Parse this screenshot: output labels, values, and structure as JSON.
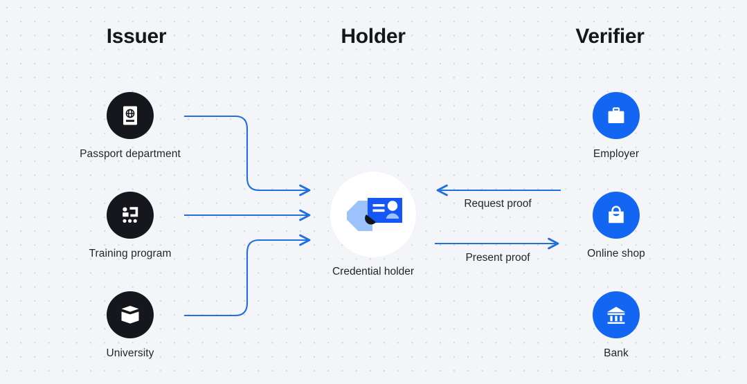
{
  "diagram": {
    "title_issuer": "Issuer",
    "title_holder": "Holder",
    "title_verifier": "Verifier",
    "colors": {
      "background": "#f4f5f8",
      "dot_grid": "#d2d4da",
      "dark_node": "#16171c",
      "blue_node": "#1266f1",
      "arrow_blue": "#1f6fe0",
      "text": "#23252b",
      "heading": "#15171c",
      "card_blue": "#1457f5",
      "hand_blue": "#9cc2fb"
    },
    "issuers": [
      {
        "label": "Passport department",
        "icon": "passport-icon"
      },
      {
        "label": "Training program",
        "icon": "certificate-icon"
      },
      {
        "label": "University",
        "icon": "open-book-icon"
      }
    ],
    "holder": {
      "label": "Credential holder",
      "icon": "hand-holding-id-card-icon"
    },
    "verifiers": [
      {
        "label": "Employer",
        "icon": "briefcase-icon"
      },
      {
        "label": "Online shop",
        "icon": "shopping-bag-icon"
      },
      {
        "label": "Bank",
        "icon": "bank-building-icon"
      }
    ],
    "flows": [
      {
        "label": "Request proof",
        "direction": "left",
        "from": "verifier",
        "to": "holder"
      },
      {
        "label": "Present proof",
        "direction": "right",
        "from": "holder",
        "to": "verifier"
      }
    ],
    "issue_arrows": [
      {
        "from": "Passport department",
        "to": "Credential holder",
        "direction": "right"
      },
      {
        "from": "Training program",
        "to": "Credential holder",
        "direction": "right"
      },
      {
        "from": "University",
        "to": "Credential holder",
        "direction": "right"
      }
    ]
  }
}
